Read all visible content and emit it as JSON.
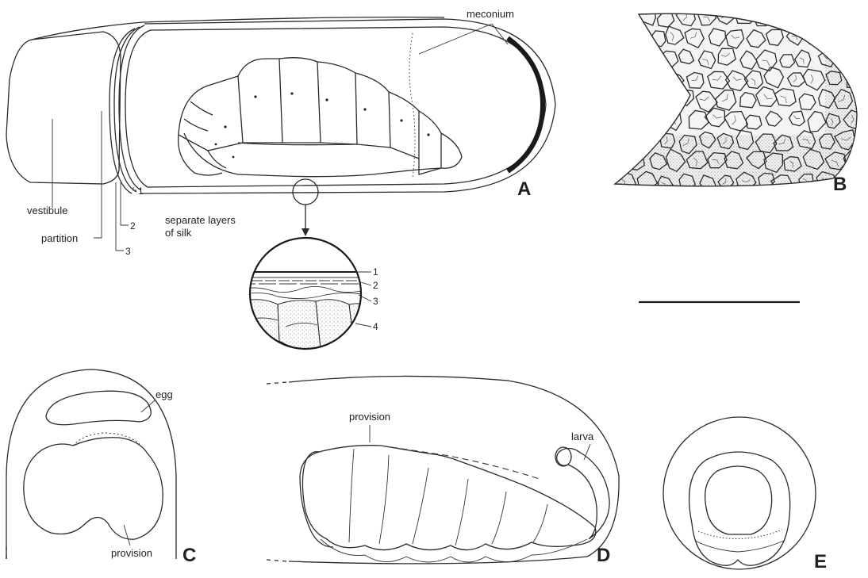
{
  "labels": {
    "meconium": "meconium",
    "vestibule": "vestibule",
    "partition": "partition",
    "silk_line1": "separate layers",
    "silk_line2": "of silk",
    "egg": "egg",
    "provision_c": "provision",
    "provision_d": "provision",
    "larva": "larva"
  },
  "layer_numbers": {
    "a1": "1",
    "a2": "2",
    "a3": "3",
    "z1": "1",
    "z2": "2",
    "z3": "3",
    "z4": "4"
  },
  "panels": {
    "a": "A",
    "b": "B",
    "c": "C",
    "d": "D",
    "e": "E"
  },
  "colors": {
    "ink": "#2a2a2a",
    "cocoon_wall": "#1a1a1a",
    "stipple": "#9a9a9a",
    "cell_fill": "#c9c9c9"
  }
}
